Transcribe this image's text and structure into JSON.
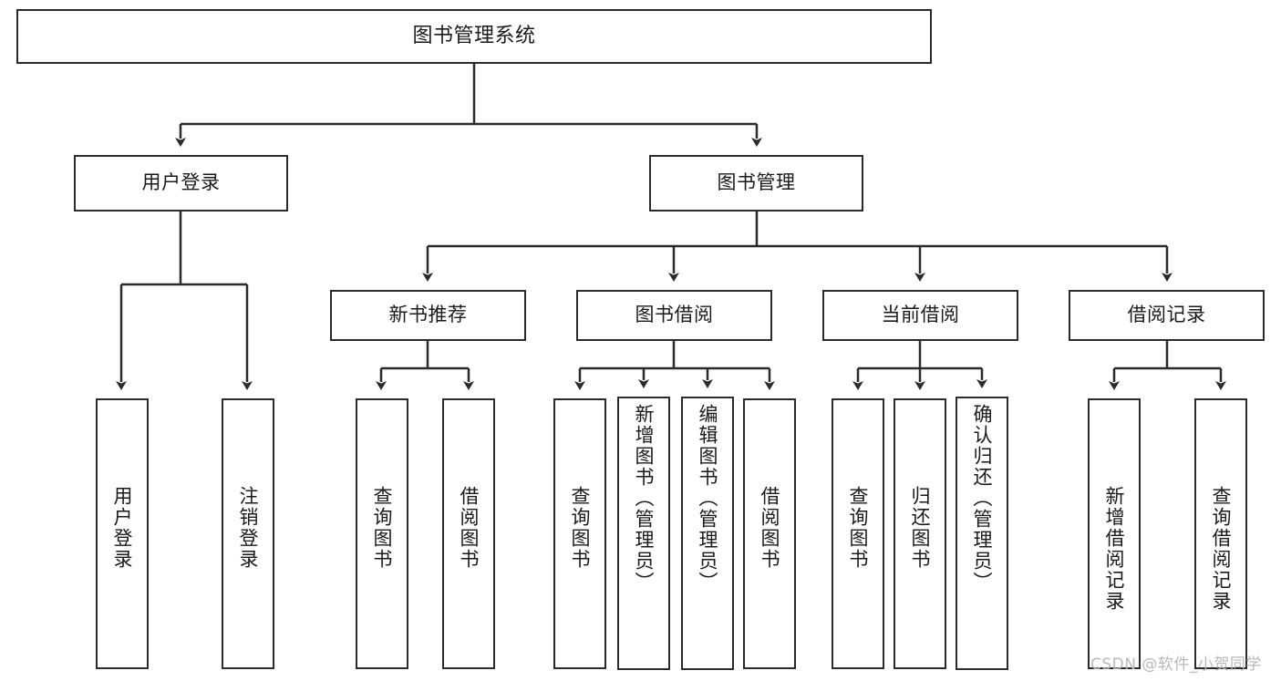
{
  "diagram": {
    "title": "图书管理系统",
    "type": "tree-structure-chart",
    "colors": {
      "node_border": "#2b2b2b",
      "node_fill": "#ffffff",
      "edge": "#2b2b2b",
      "text": "#1a1a1a",
      "watermark": "#b9b9b9"
    },
    "nodes": {
      "root": {
        "label": "图书管理系统"
      },
      "level2": [
        {
          "label": "用户登录"
        },
        {
          "label": "图书管理"
        }
      ],
      "level3": [
        {
          "label": "新书推荐"
        },
        {
          "label": "图书借阅"
        },
        {
          "label": "当前借阅"
        },
        {
          "label": "借阅记录"
        }
      ],
      "leaves_user_login": [
        {
          "label": "用户登录"
        },
        {
          "label": "注销登录"
        }
      ],
      "leaves_new_book": [
        {
          "label": "查询图书"
        },
        {
          "label": "借阅图书"
        }
      ],
      "leaves_borrow": [
        {
          "label": "查询图书"
        },
        {
          "label": "新增图书（管理员）"
        },
        {
          "label": "编辑图书（管理员）"
        },
        {
          "label": "借阅图书"
        }
      ],
      "leaves_current": [
        {
          "label": "查询图书"
        },
        {
          "label": "归还图书"
        },
        {
          "label": "确认归还（管理员）"
        }
      ],
      "leaves_records": [
        {
          "label": "新增借阅记录"
        },
        {
          "label": "查询借阅记录"
        }
      ]
    },
    "watermark": "CSDN @软件_小贺同学"
  }
}
